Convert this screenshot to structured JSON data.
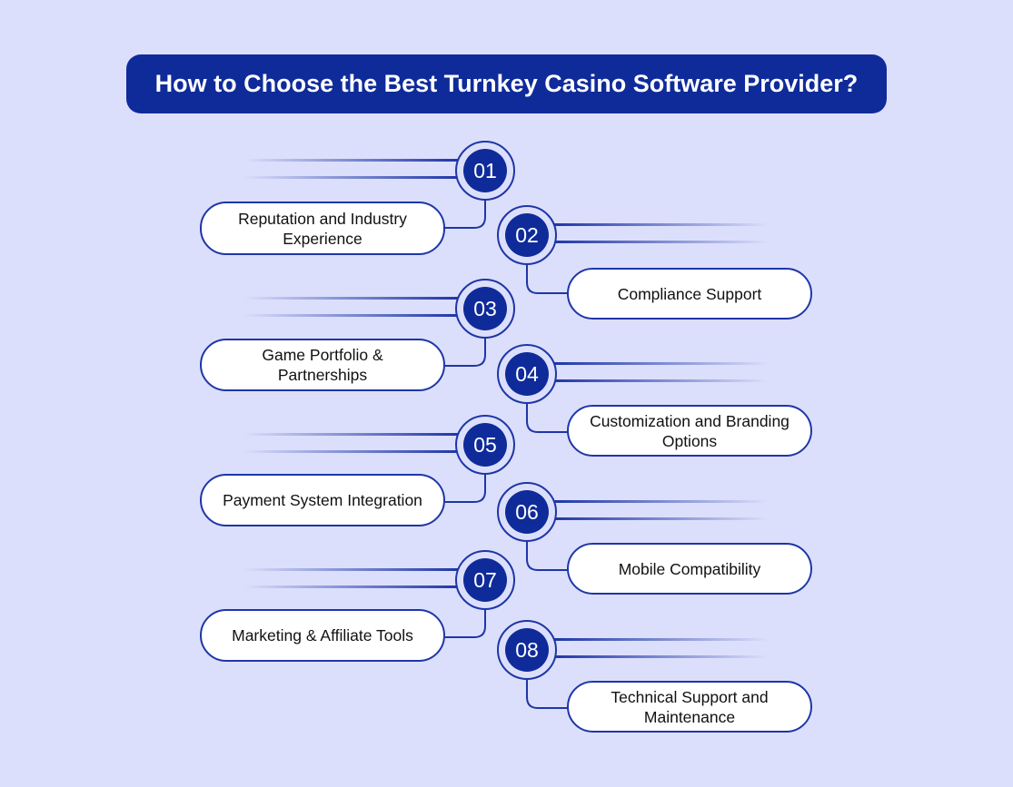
{
  "title": "How to Choose the Best Turnkey Casino Software Provider?",
  "steps": [
    {
      "number": "01",
      "label": "Reputation and Industry Experience"
    },
    {
      "number": "02",
      "label": "Compliance Support"
    },
    {
      "number": "03",
      "label": "Game Portfolio & Partnerships"
    },
    {
      "number": "04",
      "label": "Customization and Branding Options"
    },
    {
      "number": "05",
      "label": "Payment System Integration"
    },
    {
      "number": "06",
      "label": "Mobile Compatibility"
    },
    {
      "number": "07",
      "label": "Marketing & Affiliate Tools"
    },
    {
      "number": "08",
      "label": "Technical Support and Maintenance"
    }
  ],
  "colors": {
    "background": "#dcdffb",
    "primary": "#0f2b9a",
    "line": "#1e36a6",
    "card": "#ffffff"
  }
}
